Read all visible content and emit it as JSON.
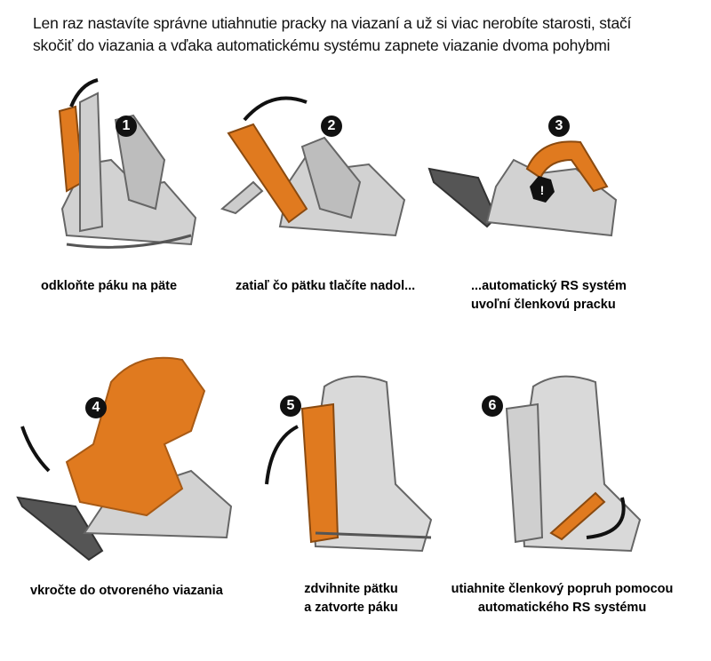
{
  "intro": {
    "line1": "Len raz nastavíte správne utiahnutie pracky na viazaní a už si viac nerobíte starosti, stačí",
    "line2": "skočiť do viazania a vďaka automatickému systému zapnete viazanie dvoma pohybmi"
  },
  "steps": [
    {
      "number": "1",
      "caption": [
        "odkloňte páku na päte"
      ]
    },
    {
      "number": "2",
      "caption": [
        "zatiaľ čo pätku tlačíte nadol..."
      ]
    },
    {
      "number": "3",
      "caption": [
        "...automatický RS systém",
        "uvoľní členkovú pracku"
      ]
    },
    {
      "number": "4",
      "caption": [
        "vkročte do otvoreného viazania"
      ]
    },
    {
      "number": "5",
      "caption": [
        "zdvihnite pätku",
        "a zatvorte páku"
      ]
    },
    {
      "number": "6",
      "caption": [
        "utiahnite členkový popruh pomocou",
        "automatického RS systému"
      ]
    }
  ],
  "colors": {
    "accent": "#e07a1f",
    "binding": "#c9c9c9",
    "outline": "#6b6b6b"
  }
}
